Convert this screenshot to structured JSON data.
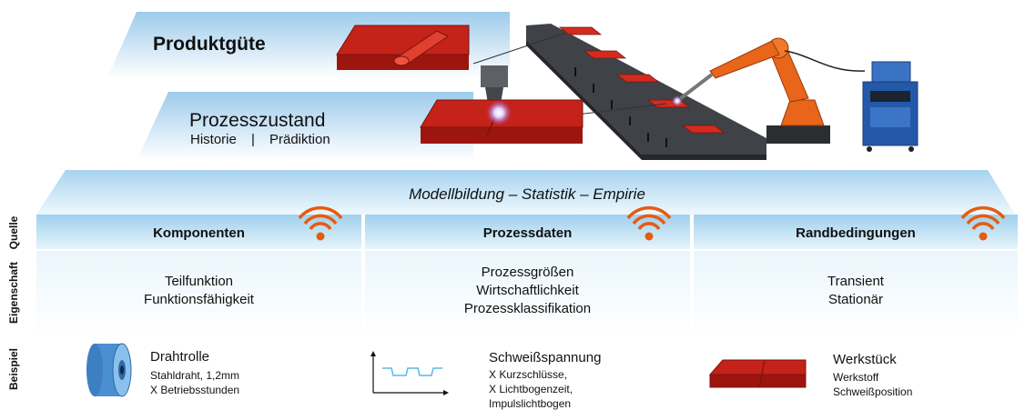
{
  "top": {
    "produktguete": "Produktgüte",
    "prozesszustand": "Prozesszustand",
    "historie": "Historie",
    "separator": "|",
    "praediktion": "Prädiktion"
  },
  "model_banner": "Modellbildung – Statistik – Empirie",
  "side_labels": {
    "quelle": "Quelle",
    "eigenschaft": "Eigenschaft",
    "beispiel": "Beispiel"
  },
  "columns": [
    {
      "title": "Komponenten",
      "lines": [
        "Teilfunktion",
        "Funktionsfähigkeit"
      ],
      "example": {
        "title": "Drahtrolle",
        "lines": [
          "Stahldraht, 1,2mm",
          "X Betriebsstunden"
        ],
        "icon": "wire-spool-icon"
      }
    },
    {
      "title": "Prozessdaten",
      "lines": [
        "Prozessgrößen",
        "Wirtschaftlichkeit",
        "Prozessklassifikation"
      ],
      "example": {
        "title": "Schweißspannung",
        "lines": [
          "X Kurzschlüsse,",
          "X Lichtbogenzeit,",
          "Impulslichtbogen"
        ],
        "icon": "voltage-signal-icon"
      }
    },
    {
      "title": "Randbedingungen",
      "lines": [
        "Transient",
        "Stationär"
      ],
      "example": {
        "title": "Werkstück",
        "lines": [
          "Werkstoff",
          "Schweißposition"
        ],
        "icon": "workpiece-icon"
      }
    }
  ],
  "colors": {
    "header_blue": "#b9dcf2",
    "light_blue": "#e4f3fb",
    "workpiece_red": "#d42b1e",
    "robot_orange": "#e8651a",
    "signal_orange": "#e85a10",
    "conveyor_dark": "#3f4246",
    "controller_blue": "#2458a8"
  },
  "icons": [
    "weld-plate-icon",
    "weld-torch-icon",
    "conveyor-icon",
    "welding-robot-icon",
    "power-source-icon",
    "wifi-signal-icon"
  ]
}
